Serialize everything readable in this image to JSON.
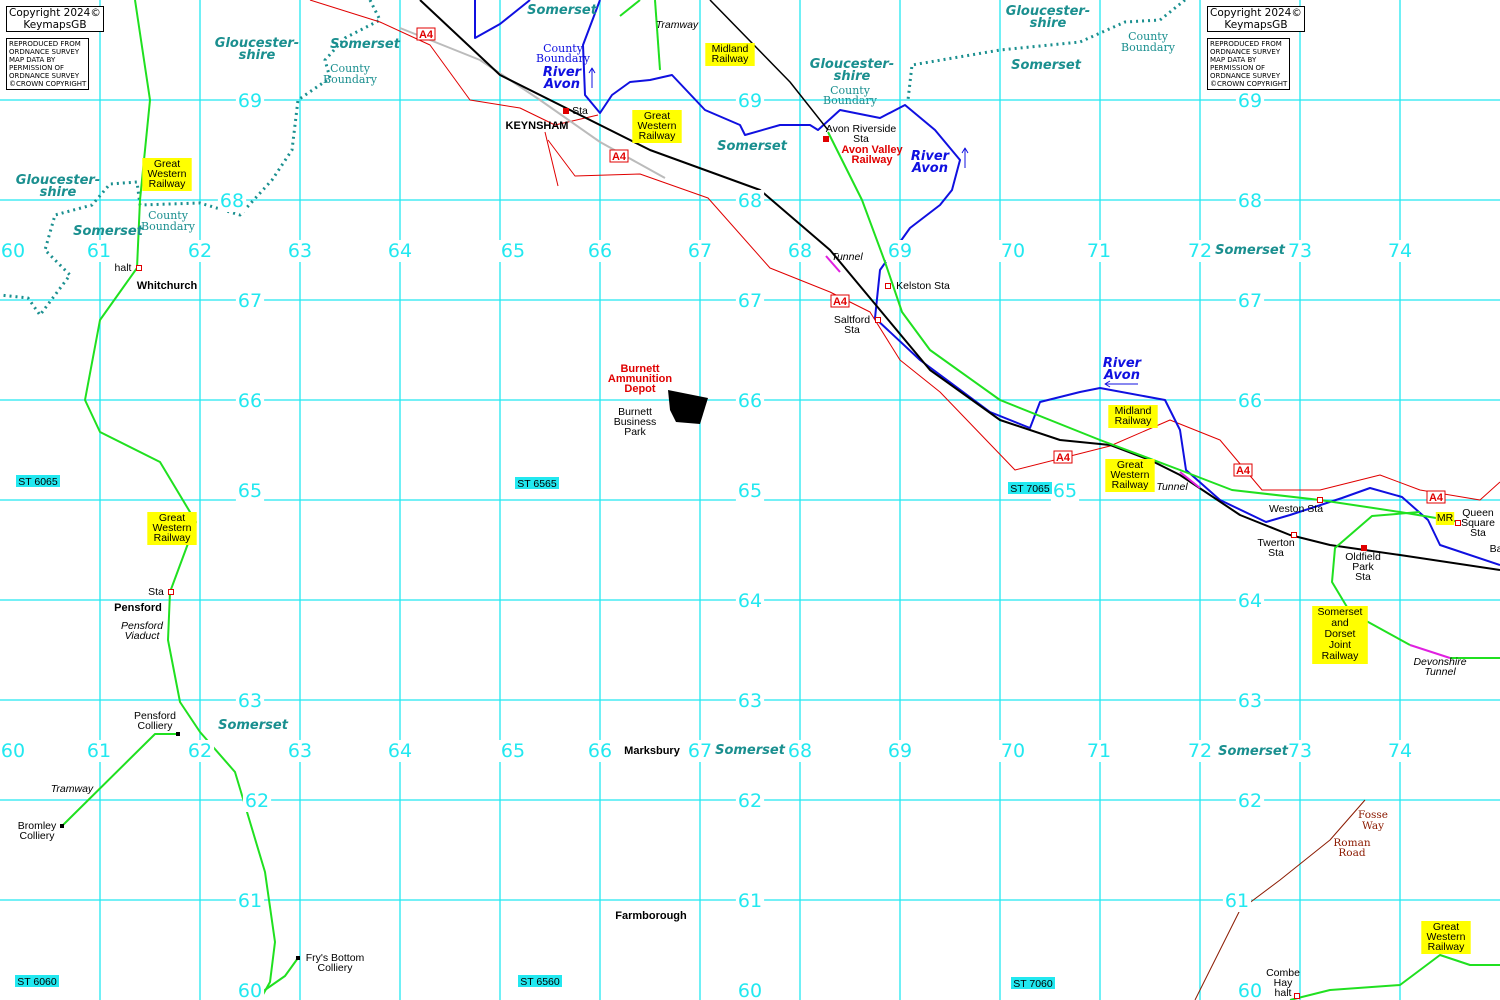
{
  "copyright": {
    "line1": "Copyright 2024©",
    "line2": "KeymapsGB",
    "os_notice": [
      "REPRODUCED FROM",
      "ORDNANCE SURVEY",
      "MAP DATA BY",
      "PERMISSION OF",
      "ORDNANCE SURVEY",
      "©CROWN COPYRIGHT"
    ]
  },
  "grid": {
    "eastings": [
      60,
      61,
      62,
      63,
      64,
      65,
      66,
      67,
      68,
      69,
      70,
      71,
      72,
      73,
      74
    ],
    "northings_left": [
      69,
      68,
      67,
      66,
      65,
      63,
      62,
      61,
      60
    ],
    "northings_mid": [
      69,
      68,
      67,
      66,
      65,
      64,
      63,
      62,
      61,
      60
    ],
    "northings_right": [
      69,
      68,
      67,
      66,
      64,
      63,
      62,
      61,
      60
    ],
    "extra_65": "65"
  },
  "colors": {
    "grid": "#22e8f0",
    "railway_gwr": "#000000",
    "railway_green": "#20e020",
    "road": "#e00000",
    "river": "#1010e0",
    "county": "#1a8f8f",
    "tunnel": "#e020e0",
    "roman_road": "#8b1a00",
    "highlight": "#ffff00"
  },
  "labels": [
    {
      "id": "gloucestershire-1",
      "lines": [
        "Gloucester-",
        "shire"
      ]
    },
    {
      "id": "gloucestershire-2",
      "lines": [
        "Gloucester-",
        "shire"
      ]
    },
    {
      "id": "gloucestershire-3",
      "lines": [
        "Gloucester-",
        "shire"
      ]
    },
    {
      "id": "gloucestershire-4",
      "lines": [
        "Gloucester-",
        "shire"
      ]
    },
    {
      "id": "somerset-1",
      "lines": [
        "Somerset"
      ]
    },
    {
      "id": "somerset-2",
      "lines": [
        "Somerset"
      ]
    },
    {
      "id": "somerset-3",
      "lines": [
        "Somerset"
      ]
    },
    {
      "id": "somerset-4",
      "lines": [
        "Somerset"
      ]
    },
    {
      "id": "somerset-5",
      "lines": [
        "Somerset"
      ]
    },
    {
      "id": "somerset-6",
      "lines": [
        "Somerset"
      ]
    },
    {
      "id": "somerset-7",
      "lines": [
        "Somerset"
      ]
    },
    {
      "id": "somerset-8",
      "lines": [
        "Somerset"
      ]
    },
    {
      "id": "somerset-9",
      "lines": [
        "Somerset"
      ]
    },
    {
      "id": "county-boundary-1",
      "lines": [
        "County",
        "Boundary"
      ]
    },
    {
      "id": "county-boundary-2",
      "lines": [
        "County",
        "Boundary"
      ]
    },
    {
      "id": "county-boundary-3",
      "lines": [
        "County",
        "Boundary"
      ]
    },
    {
      "id": "county-boundary-4",
      "lines": [
        "County",
        "Boundary"
      ]
    },
    {
      "id": "county-boundary-5",
      "lines": [
        "County",
        "Boundary"
      ]
    },
    {
      "id": "river-avon-1",
      "lines": [
        "River",
        "Avon"
      ]
    },
    {
      "id": "river-avon-2",
      "lines": [
        "River",
        "Avon"
      ]
    },
    {
      "id": "river-avon-3",
      "lines": [
        "River",
        "Avon"
      ]
    },
    {
      "id": "tramway-1",
      "lines": [
        "Tramway"
      ]
    },
    {
      "id": "tramway-2",
      "lines": [
        "Tramway"
      ]
    },
    {
      "id": "tunnel-1",
      "lines": [
        "Tunnel"
      ]
    },
    {
      "id": "tunnel-2",
      "lines": [
        "Tunnel"
      ]
    },
    {
      "id": "devonshire-tunnel",
      "lines": [
        "Devonshire",
        "Tunnel"
      ]
    },
    {
      "id": "avon-valley-railway",
      "lines": [
        "Avon Valley",
        "Railway"
      ]
    },
    {
      "id": "avon-riverside-sta",
      "lines": [
        "Avon Riverside",
        "Sta"
      ]
    },
    {
      "id": "keynsham",
      "lines": [
        "KEYNSHAM"
      ]
    },
    {
      "id": "keynsham-sta",
      "lines": [
        "Sta"
      ]
    },
    {
      "id": "halt",
      "lines": [
        "halt"
      ]
    },
    {
      "id": "whitchurch",
      "lines": [
        "Whitchurch"
      ]
    },
    {
      "id": "kelston-sta",
      "lines": [
        "Kelston Sta"
      ]
    },
    {
      "id": "saltford-sta",
      "lines": [
        "Saltford",
        "Sta"
      ]
    },
    {
      "id": "burnett-depot",
      "lines": [
        "Burnett",
        "Ammunition",
        "Depot"
      ]
    },
    {
      "id": "burnett-park",
      "lines": [
        "Burnett",
        "Business",
        "Park"
      ]
    },
    {
      "id": "weston-sta",
      "lines": [
        "Weston Sta"
      ]
    },
    {
      "id": "twerton-sta",
      "lines": [
        "Twerton",
        "Sta"
      ]
    },
    {
      "id": "oldfield-park-sta",
      "lines": [
        "Oldfield",
        "Park",
        "Sta"
      ]
    },
    {
      "id": "queen-square-sta",
      "lines": [
        "Queen",
        "Square",
        "Sta"
      ]
    },
    {
      "id": "bath-partial",
      "lines": [
        "Ba"
      ]
    },
    {
      "id": "pensford-sta",
      "lines": [
        "Sta"
      ]
    },
    {
      "id": "pensford",
      "lines": [
        "Pensford"
      ]
    },
    {
      "id": "pensford-viaduct",
      "lines": [
        "Pensford",
        "Viaduct"
      ]
    },
    {
      "id": "pensford-colliery",
      "lines": [
        "Pensford",
        "Colliery"
      ]
    },
    {
      "id": "bromley-colliery",
      "lines": [
        "Bromley",
        "Colliery"
      ]
    },
    {
      "id": "frys-bottom-colliery",
      "lines": [
        "Fry's Bottom",
        "Colliery"
      ]
    },
    {
      "id": "marksbury",
      "lines": [
        "Marksbury"
      ]
    },
    {
      "id": "farmborough",
      "lines": [
        "Farmborough"
      ]
    },
    {
      "id": "fosse-way",
      "lines": [
        "Fosse",
        "Way"
      ]
    },
    {
      "id": "roman-road",
      "lines": [
        "Roman",
        "Road"
      ]
    },
    {
      "id": "combe-hay-halt",
      "lines": [
        "Combe",
        "Hay",
        "halt"
      ]
    }
  ],
  "railway_tags": [
    {
      "id": "gwr-1",
      "lines": [
        "Great",
        "Western",
        "Railway"
      ]
    },
    {
      "id": "gwr-2",
      "lines": [
        "Great",
        "Western",
        "Railway"
      ]
    },
    {
      "id": "gwr-3",
      "lines": [
        "Great",
        "Western",
        "Railway"
      ]
    },
    {
      "id": "gwr-4",
      "lines": [
        "Great",
        "Western",
        "Railway"
      ]
    },
    {
      "id": "gwr-5",
      "lines": [
        "Great",
        "Western",
        "Railway"
      ]
    },
    {
      "id": "midland-1",
      "lines": [
        "Midland",
        "Railway"
      ]
    },
    {
      "id": "midland-2",
      "lines": [
        "Midland",
        "Railway"
      ]
    },
    {
      "id": "mr",
      "lines": [
        "MR"
      ]
    },
    {
      "id": "sdjr",
      "lines": [
        "Somerset",
        "and",
        "Dorset",
        "Joint",
        "Railway"
      ]
    }
  ],
  "road_shields": [
    "A4",
    "A4",
    "A4",
    "A4",
    "A4",
    "A4"
  ],
  "grid_refs": [
    "ST 6065",
    "ST 6565",
    "ST 7065",
    "ST 6060",
    "ST 6560",
    "ST 7060"
  ]
}
